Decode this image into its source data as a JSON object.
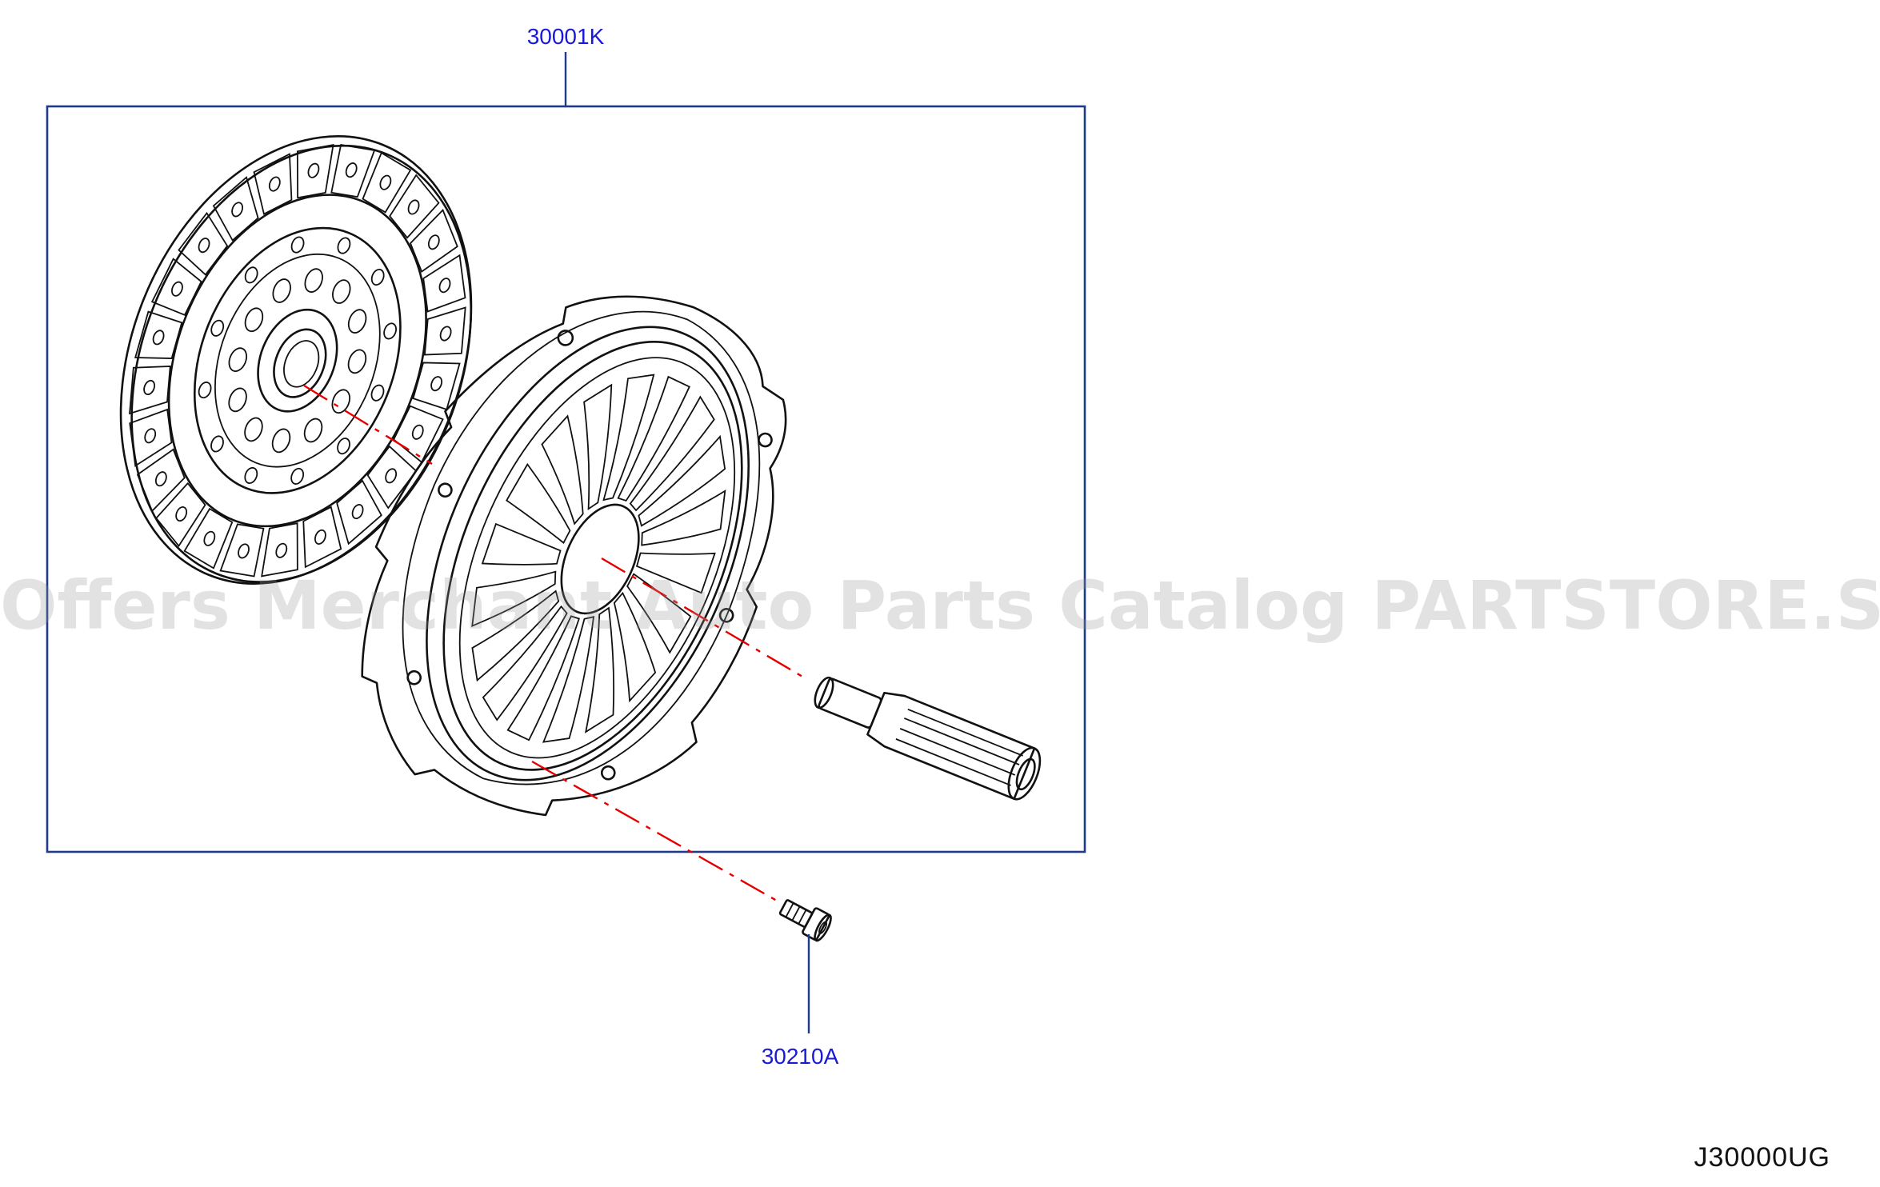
{
  "callouts": {
    "clutch_kit": "30001K",
    "bolt": "30210A"
  },
  "diagram_code": "J30000UG",
  "watermark": "Offers Merchant Auto Parts Catalog PARTSTORE.SA",
  "colors": {
    "callout_text": "#1a1ad6",
    "frame": "#1f3a8a",
    "center_line": "#e60000",
    "drawing": "#111111"
  },
  "icons": {
    "clutch_disc": "clutch-disc-icon",
    "pressure_plate": "pressure-plate-icon",
    "alignment_shaft": "alignment-shaft-icon",
    "bolt": "bolt-icon"
  }
}
